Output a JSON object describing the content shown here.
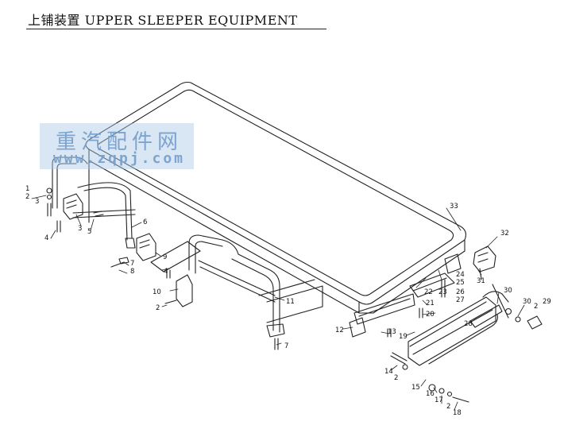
{
  "title": "上铺装置 UPPER SLEEPER EQUIPMENT",
  "watermark": {
    "line1": "重汽配件网",
    "line2": "www.zqpj.com"
  },
  "callouts": [
    {
      "id": "c33a",
      "label": "33"
    },
    {
      "id": "c32",
      "label": "32"
    },
    {
      "id": "c31",
      "label": "31"
    },
    {
      "id": "c30a",
      "label": "30"
    },
    {
      "id": "c30b",
      "label": "30"
    },
    {
      "id": "c29",
      "label": "29"
    },
    {
      "id": "c2a",
      "label": "2"
    },
    {
      "id": "c28",
      "label": "28"
    },
    {
      "id": "c24",
      "label": "24"
    },
    {
      "id": "c25",
      "label": "25"
    },
    {
      "id": "c26",
      "label": "26"
    },
    {
      "id": "c27",
      "label": "27"
    },
    {
      "id": "c22",
      "label": "22"
    },
    {
      "id": "c23",
      "label": "23"
    },
    {
      "id": "c21",
      "label": "21"
    },
    {
      "id": "c20",
      "label": "20"
    },
    {
      "id": "c19",
      "label": "19"
    },
    {
      "id": "c13",
      "label": "13"
    },
    {
      "id": "c12",
      "label": "12"
    },
    {
      "id": "c14",
      "label": "14"
    },
    {
      "id": "c2b",
      "label": "2"
    },
    {
      "id": "c15",
      "label": "15"
    },
    {
      "id": "c16",
      "label": "16"
    },
    {
      "id": "c17",
      "label": "17"
    },
    {
      "id": "c2c",
      "label": "2"
    },
    {
      "id": "c18",
      "label": "18"
    },
    {
      "id": "c11",
      "label": "11"
    },
    {
      "id": "c7a",
      "label": "7"
    },
    {
      "id": "c10",
      "label": "10"
    },
    {
      "id": "c2d",
      "label": "2"
    },
    {
      "id": "c9",
      "label": "9"
    },
    {
      "id": "c4a",
      "label": "4"
    },
    {
      "id": "c7b",
      "label": "7"
    },
    {
      "id": "c8",
      "label": "8"
    },
    {
      "id": "c6",
      "label": "6"
    },
    {
      "id": "c3a",
      "label": "3"
    },
    {
      "id": "c5",
      "label": "5"
    },
    {
      "id": "c4b",
      "label": "4"
    },
    {
      "id": "c1",
      "label": "1"
    },
    {
      "id": "c2e",
      "label": "2"
    },
    {
      "id": "c3b",
      "label": "3"
    }
  ]
}
